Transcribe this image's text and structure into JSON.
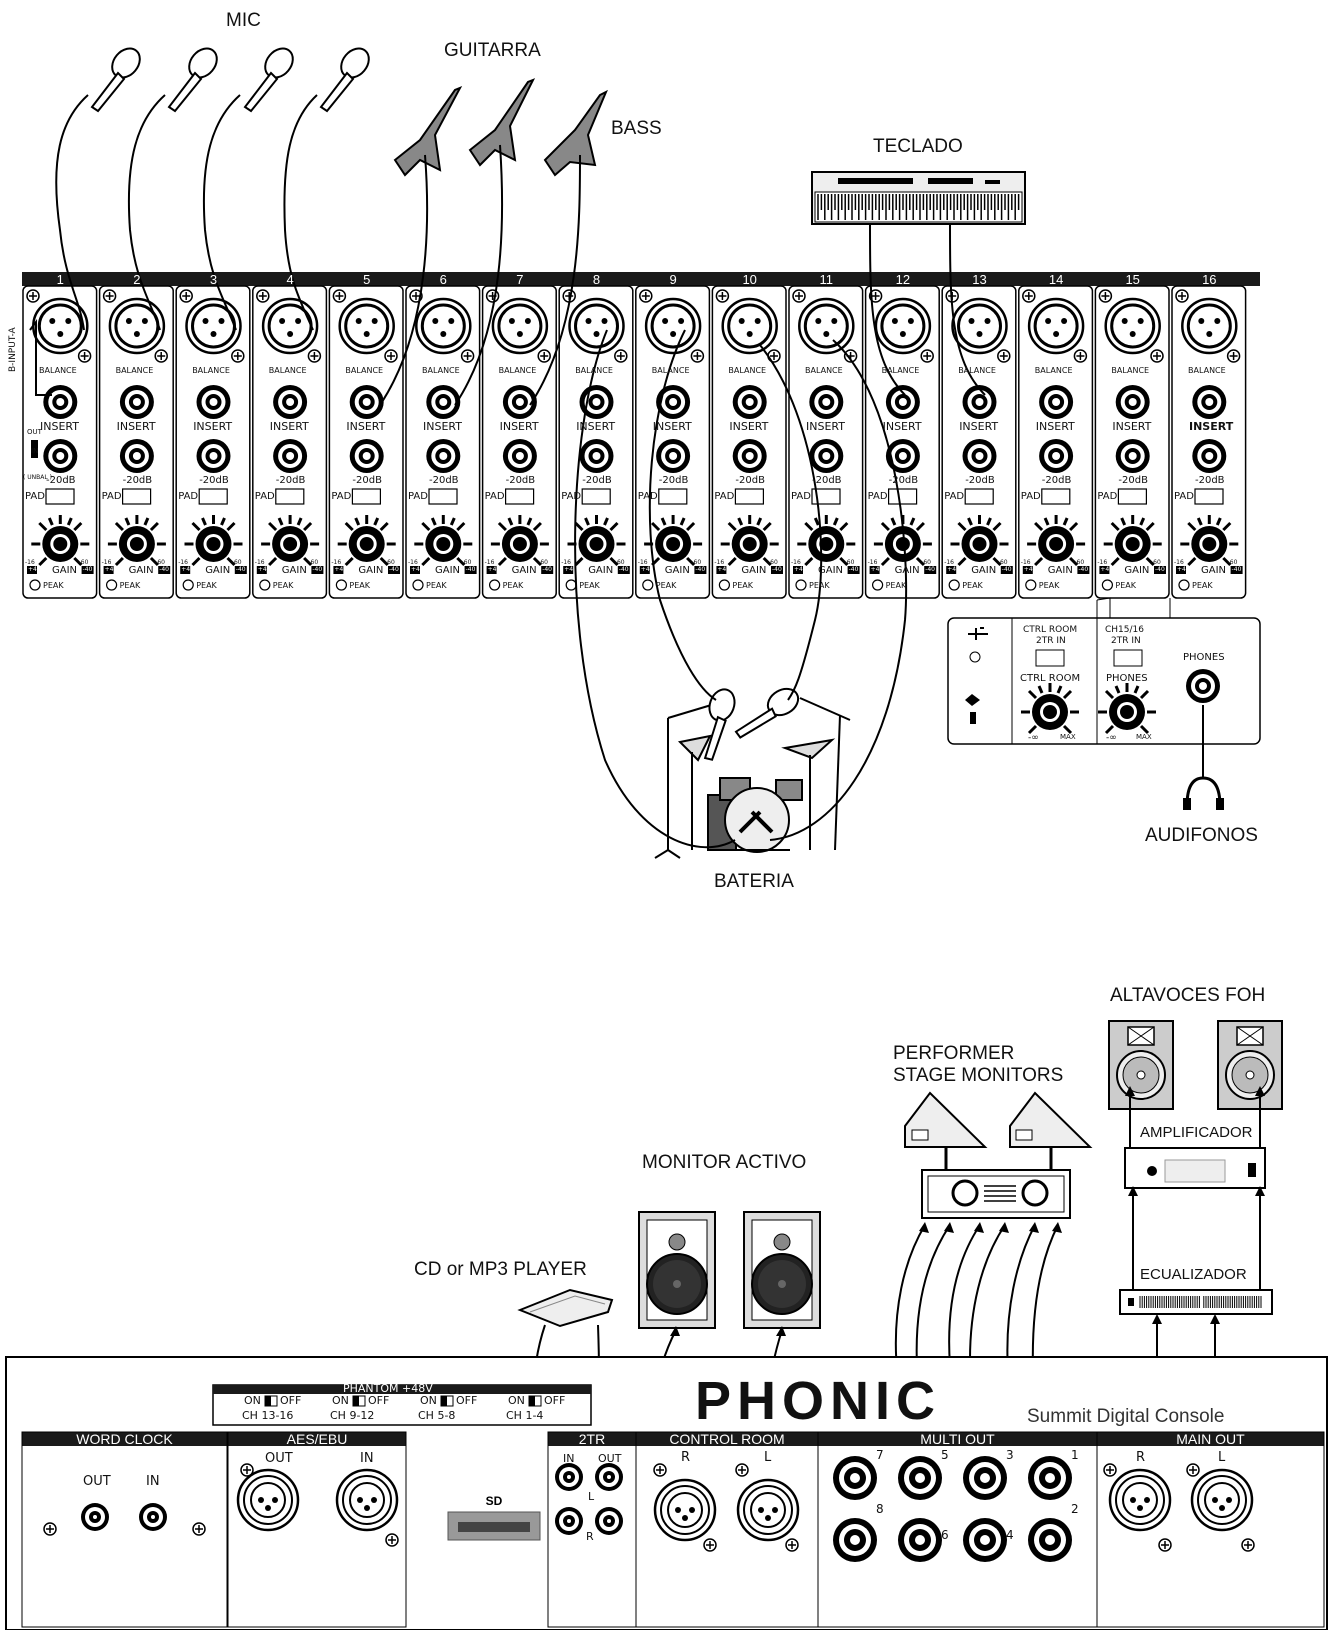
{
  "labels": {
    "mic": "MIC",
    "guitarra": "GUITARRA",
    "bass": "BASS",
    "teclado": "TECLADO",
    "bateria": "BATERIA",
    "audifonos": "AUDIFONOS",
    "altavoces_foh": "ALTAVOCES FOH",
    "performer_monitors": "PERFORMER\nSTAGE MONITORS",
    "monitor_activo": "MONITOR ACTIVO",
    "cd_player": "CD or MP3 PLAYER",
    "amplificador": "AMPLIFICADOR",
    "ecualizador": "ECUALIZADOR"
  },
  "channels": [
    "1",
    "2",
    "3",
    "4",
    "5",
    "6",
    "7",
    "8",
    "9",
    "10",
    "11",
    "12",
    "13",
    "14",
    "15",
    "16"
  ],
  "channel_text": {
    "balance": "BALANCE",
    "insert": "INSERT",
    "pad_db": "-20dB",
    "pad": "PAD",
    "gain": "GAIN",
    "peak": "PEAK",
    "gain_min": "-16",
    "gain_max": "-60",
    "gain_low": "+4",
    "gain_high": "-40",
    "b_input_a": "B-INPUT-A",
    "out": "OUT",
    "in": "IN",
    "unbal": "( UNBAL )"
  },
  "control_room_panel": {
    "ctrl_room_2tr": "CTRL ROOM",
    "two_tr_in": "2TR IN",
    "ctrl_room": "CTRL ROOM",
    "ch1516": "CH15/16",
    "ch1516_2tr": "2TR IN",
    "phones": "PHONES",
    "phones2": "PHONES",
    "min": "-∞",
    "max": "MAX"
  },
  "rear_panel": {
    "brand": "PHONIC",
    "model": "Summit Digital Console",
    "phantom": "PHANTOM +48V",
    "phantom_groups": [
      "CH 13-16",
      "CH 9-12",
      "CH 5-8",
      "CH 1-4"
    ],
    "on": "ON",
    "off": "OFF",
    "word_clock": "WORD CLOCK",
    "aes_ebu": "AES/EBU",
    "out": "OUT",
    "in": "IN",
    "two_tr": "2TR",
    "control_room": "CONTROL ROOM",
    "multi_out": "MULTI OUT",
    "main_out": "MAIN OUT",
    "r": "R",
    "l": "L",
    "multi_numbers": [
      "7",
      "5",
      "3",
      "1",
      "8",
      "6",
      "4",
      "2"
    ]
  }
}
